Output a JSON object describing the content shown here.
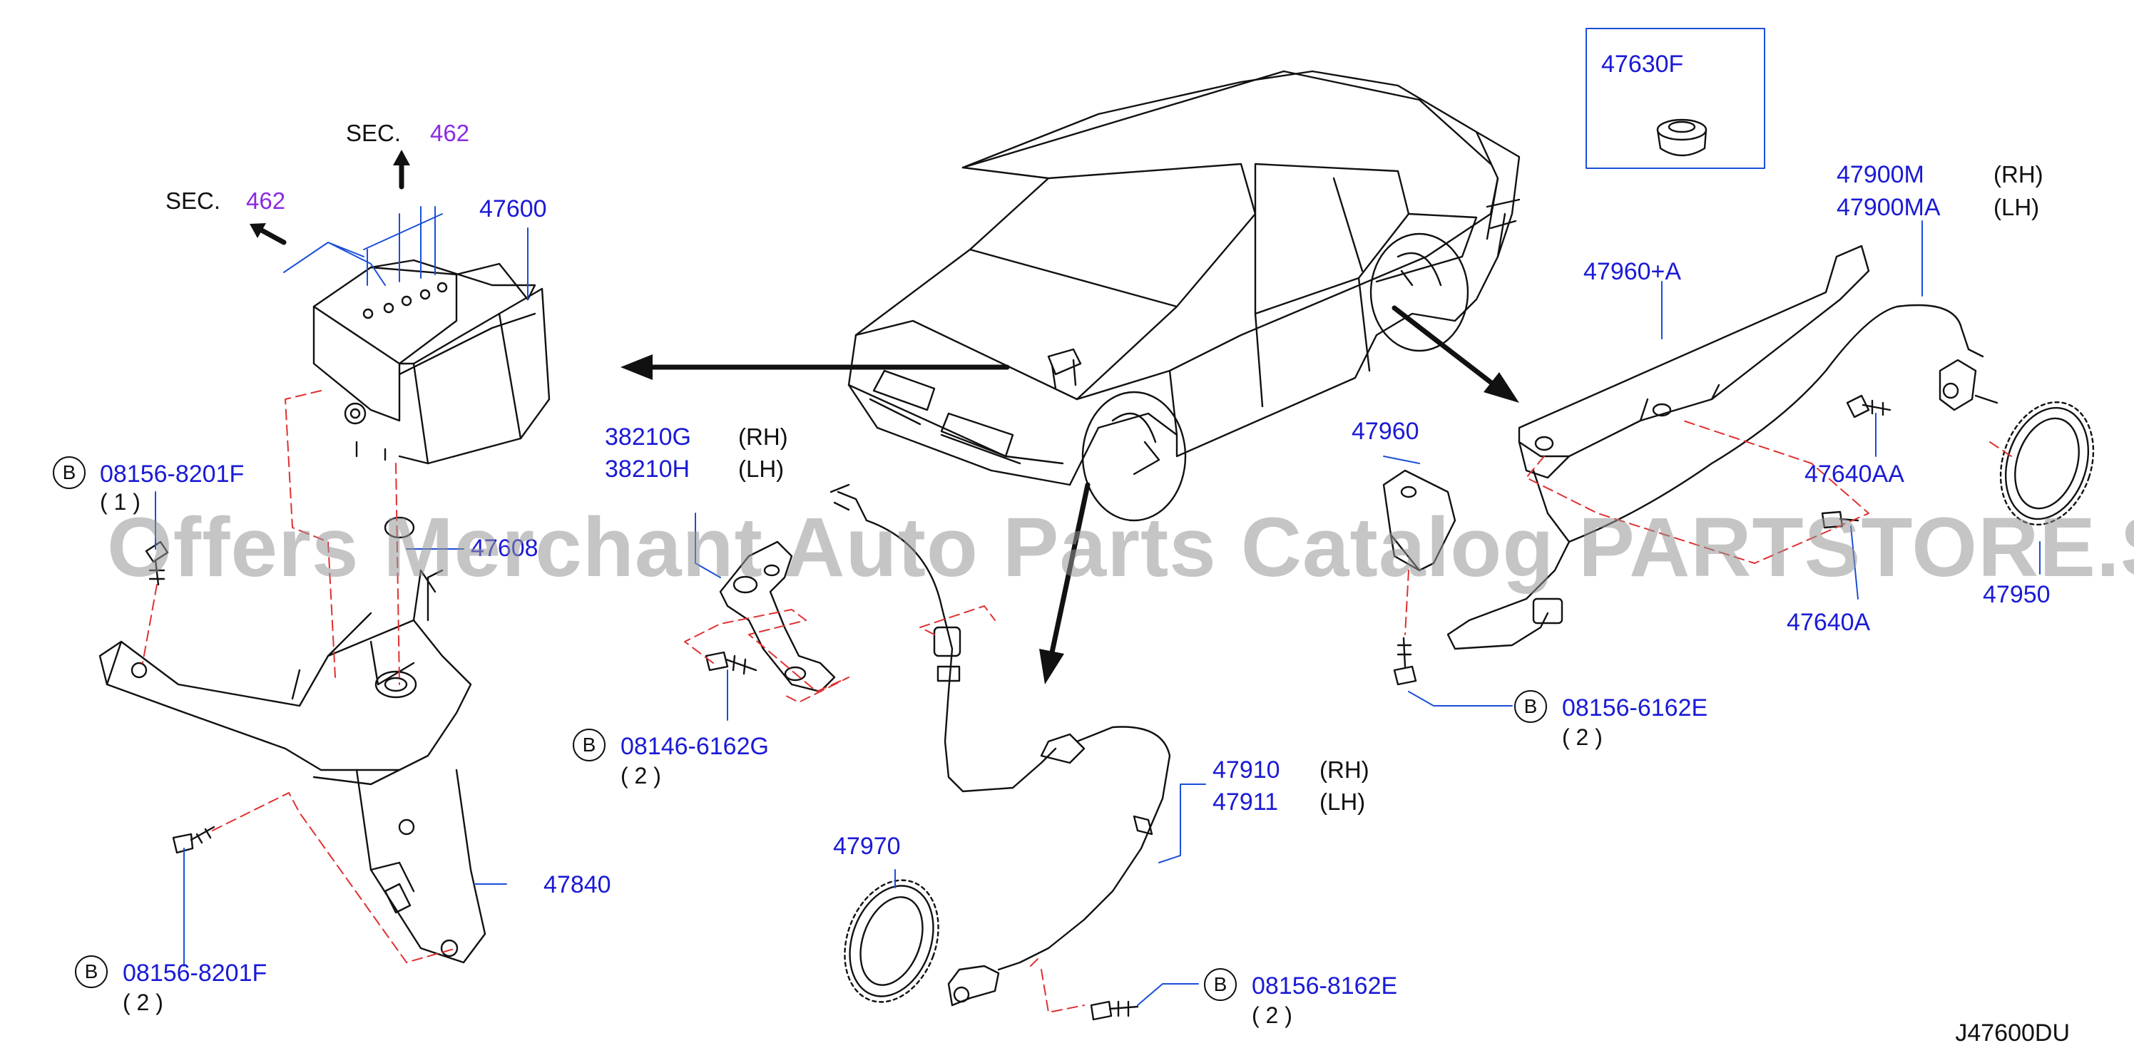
{
  "sections": [
    {
      "prefix": "SEC.",
      "number": "462"
    },
    {
      "prefix": "SEC.",
      "number": "462"
    }
  ],
  "parts": {
    "p47600": "47600",
    "p47608": "47608",
    "p47840": "47840",
    "p38210g": "38210G",
    "p38210h": "38210H",
    "p47910": "47910",
    "p47911": "47911",
    "p47970": "47970",
    "p47630f": "47630F",
    "p47900m": "47900M",
    "p47900ma": "47900MA",
    "p47960a": "47960+A",
    "p47960": "47960",
    "p47640aa": "47640AA",
    "p47640a": "47640A",
    "p47950": "47950"
  },
  "sides": {
    "rh": "(RH)",
    "lh": "(LH)"
  },
  "bolts": [
    {
      "badge": "B",
      "part": "08156-8201F",
      "qty": "( 1 )"
    },
    {
      "badge": "B",
      "part": "08156-8201F",
      "qty": "( 2 )"
    },
    {
      "badge": "B",
      "part": "08146-6162G",
      "qty": "( 2 )"
    },
    {
      "badge": "B",
      "part": "08156-8162E",
      "qty": "( 2 )"
    },
    {
      "badge": "B",
      "part": "08156-6162E",
      "qty": "( 2 )"
    }
  ],
  "watermark": "Offers Merchant Auto Parts Catalog PARTSTORE.SA",
  "diagram_code": "J47600DU",
  "colors": {
    "part_link": "#1a1ad6",
    "section_link": "#8a2be2",
    "leader_line": "#1a4fd6",
    "dashed_line": "#e03030",
    "outline": "#111111"
  }
}
